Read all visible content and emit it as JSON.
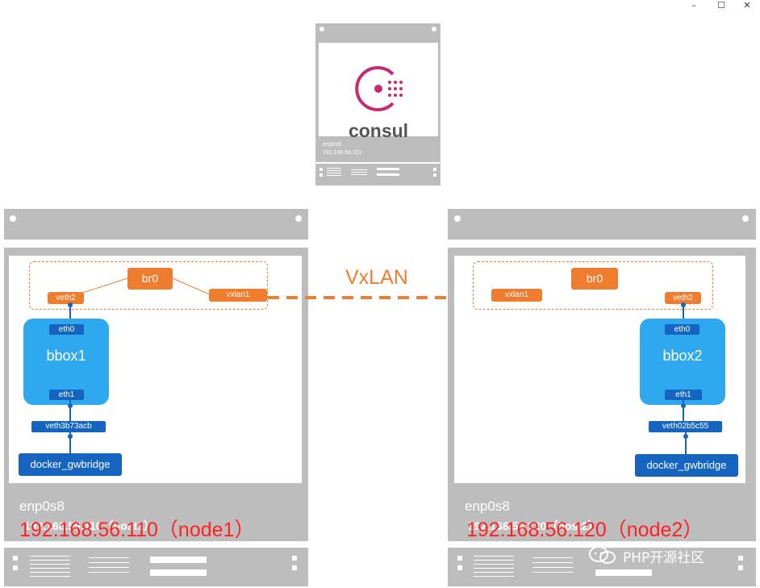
{
  "window": {
    "minimize_glyph": "–",
    "maximize_glyph": "☐",
    "close_glyph": "✕"
  },
  "consul": {
    "logo_text": "consul",
    "iface": "enp0s8",
    "ip": "192.168.56.101",
    "colors": {
      "logo": "#c62a71",
      "text": "#555555"
    }
  },
  "link_label": "VxLAN",
  "host1": {
    "bridge": "br0",
    "veth": "veth2",
    "vxlan": "vxlan1",
    "container": "bbox1",
    "eth0": "eth0",
    "eth1": "eth1",
    "veth_gw": "veth3b73acb",
    "gwbridge": "docker_gwbridge",
    "iface": "enp0s8",
    "ip_gray": "192.168.56.110（host1）",
    "ip_red": "192.168.56.110（node1）"
  },
  "host2": {
    "bridge": "br0",
    "veth": "veth2",
    "vxlan": "vxlan1",
    "container": "bbox2",
    "eth0": "eth0",
    "eth1": "eth1",
    "veth_gw": "veth02b5c55",
    "gwbridge": "docker_gwbridge",
    "iface": "enp0s8",
    "ip_gray": "192.168.56.120（host2）",
    "ip_red": "192.168.56.120（node2）"
  },
  "watermark": "PHP开源社区",
  "colors": {
    "orange": "#ee7d30",
    "blue": "#1565c0",
    "container": "#2ea8ef",
    "server_gray": "#bdbdbd",
    "red_text": "#ff2222"
  }
}
